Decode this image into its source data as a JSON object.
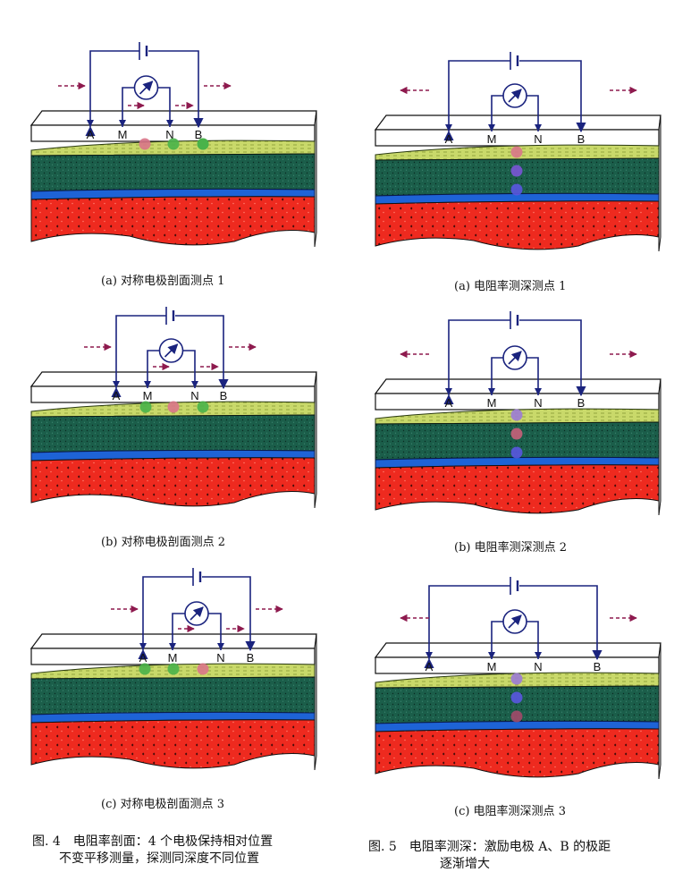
{
  "left_column": {
    "panels": [
      {
        "caption": "(a) 对称电极剖面测点 1",
        "labels": [
          "A",
          "M",
          "N",
          "B"
        ],
        "dots": [
          "#d9758a",
          "#49b24a",
          "#49b24a",
          "#49b24a"
        ]
      },
      {
        "caption": "(b) 对称电极剖面测点 2",
        "labels": [
          "A",
          "M",
          "N",
          "B"
        ],
        "dots": [
          "#49b24a",
          "#d9758a",
          "#49b24a"
        ]
      },
      {
        "caption": "(c) 对称电极剖面测点 3",
        "labels": [
          "A",
          "M",
          "N",
          "B"
        ],
        "dots": [
          "#49b24a",
          "#49b24a",
          "#d9758a"
        ]
      }
    ],
    "figure_caption": {
      "line1": "图. 4　电阻率剖面：4 个电极保持相对位置",
      "line2": "不变平移测量，探测同深度不同位置"
    }
  },
  "right_column": {
    "panels": [
      {
        "caption": "(a) 电阻率测深测点 1",
        "labels": [
          "A",
          "M",
          "N",
          "B"
        ],
        "dots": [
          "#d9758a",
          "#7a55d6",
          "#5a57e0"
        ]
      },
      {
        "caption": "(b) 电阻率测深测点 2",
        "labels": [
          "A",
          "M",
          "N",
          "B"
        ],
        "dots": [
          "#9b7ad6",
          "#c9607a",
          "#5a57e0"
        ]
      },
      {
        "caption": "(c) 电阻率测深测点 3",
        "labels": [
          "A",
          "M",
          "N",
          "B"
        ],
        "dots": [
          "#9b7ad6",
          "#5a57e0",
          "#a34a6a"
        ]
      }
    ],
    "figure_caption": {
      "line1": "图. 5　电阻率测深：激励电极 A、B 的极距",
      "line2": "逐渐增大"
    }
  },
  "colors": {
    "wire": "#1a237e",
    "arrow": "#8e1a4e",
    "top_layer": "#c9d96a",
    "green_layer": "#1b5e4a",
    "blue_band": "#1e63d6",
    "red_layer": "#ee2a1f"
  }
}
